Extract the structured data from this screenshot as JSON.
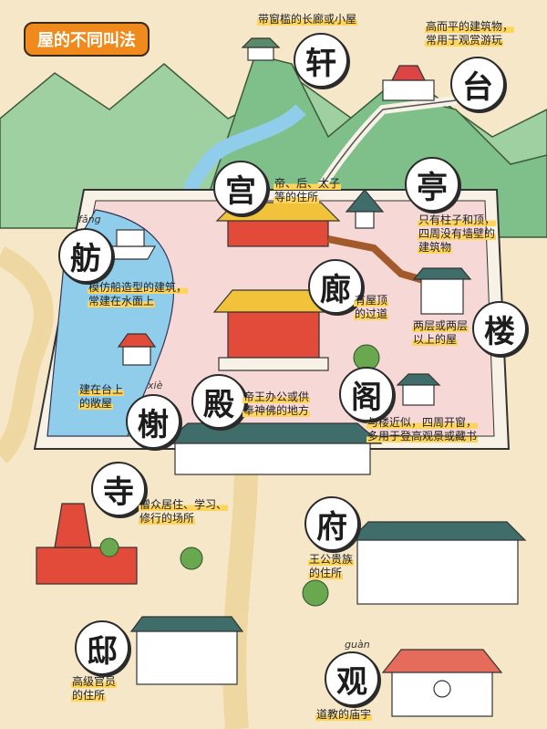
{
  "title": "屋的不同叫法",
  "items": [
    {
      "char": "轩",
      "desc": [
        "带窗槛的长廊或小屋"
      ]
    },
    {
      "char": "台",
      "desc": [
        "高而平的建筑物，",
        "常用于观赏游玩"
      ]
    },
    {
      "char": "宫",
      "desc": [
        "帝、后、太子",
        "等的住所"
      ]
    },
    {
      "char": "亭",
      "desc": [
        "只有柱子和顶，",
        "四周没有墙壁的",
        "建筑物"
      ]
    },
    {
      "char": "舫",
      "pinyin": "fǎng",
      "desc": [
        "模仿船造型的建筑，",
        "常建在水面上"
      ]
    },
    {
      "char": "廊",
      "desc": [
        "有屋顶",
        "的过道"
      ]
    },
    {
      "char": "楼",
      "desc": [
        "两层或两层",
        "以上的屋"
      ]
    },
    {
      "char": "殿",
      "desc": [
        "帝王办公或供",
        "奉神佛的地方"
      ]
    },
    {
      "char": "阁",
      "desc": [
        "与楼近似，四周开窗，",
        "多用于登高观景或藏书"
      ]
    },
    {
      "char": "榭",
      "pinyin": "xiè",
      "desc": [
        "建在台上",
        "的敞屋"
      ]
    },
    {
      "char": "寺",
      "desc": [
        "僧众居住、学习、",
        "修行的场所"
      ]
    },
    {
      "char": "府",
      "desc": [
        "王公贵族",
        "的住所"
      ]
    },
    {
      "char": "邸",
      "desc": [
        "高级官员",
        "的住所"
      ]
    },
    {
      "char": "观",
      "pinyin": "guàn",
      "desc": [
        "道教的庙宇"
      ]
    }
  ],
  "colors": {
    "accent": "#f08a1c",
    "highlight": "#ffd45a",
    "water": "#8fcdea",
    "hill": "#7fbf8a",
    "wall": "#f7f1e6",
    "court": "#f6d9d6"
  }
}
